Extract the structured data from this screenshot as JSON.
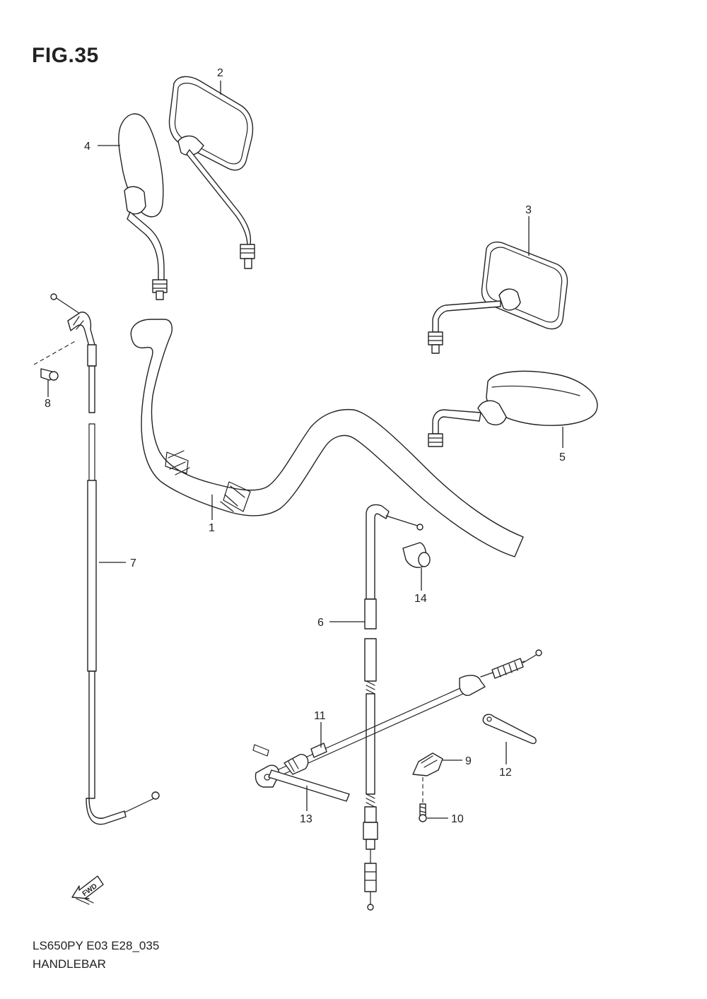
{
  "figure": {
    "title": "FIG.35"
  },
  "footer": {
    "model_code": "LS650PY E03 E28_035",
    "section": "HANDLEBAR"
  },
  "fwd_label": "FWD",
  "callouts": [
    {
      "key": "handlebar",
      "number": "1"
    },
    {
      "key": "mirror_left_rect",
      "number": "2"
    },
    {
      "key": "mirror_right_rect",
      "number": "3"
    },
    {
      "key": "mirror_left_oval",
      "number": "4"
    },
    {
      "key": "mirror_right_oval",
      "number": "5"
    },
    {
      "key": "clutch_cable",
      "number": "6"
    },
    {
      "key": "throttle_cable",
      "number": "7"
    },
    {
      "key": "screw_top",
      "number": "8"
    },
    {
      "key": "clamp",
      "number": "9"
    },
    {
      "key": "screw_bottom",
      "number": "10"
    },
    {
      "key": "cable_small",
      "number": "11"
    },
    {
      "key": "strap",
      "number": "12"
    },
    {
      "key": "band",
      "number": "13"
    },
    {
      "key": "end_cap",
      "number": "14"
    }
  ]
}
